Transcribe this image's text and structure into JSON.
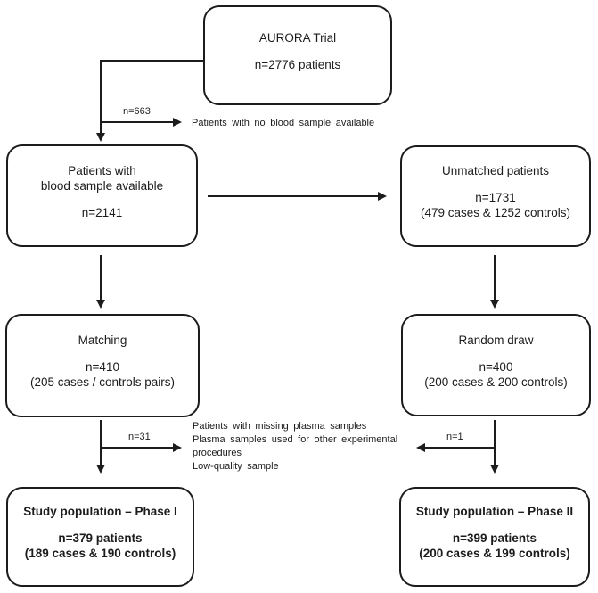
{
  "title": "AURORA Trial patient flow diagram",
  "colors": {
    "ink": "#1c1c1c",
    "background": "#ffffff"
  },
  "boxes": {
    "aurora": {
      "line1": "AURORA Trial",
      "line2": "n=2776 patients"
    },
    "blood": {
      "line1": "Patients with",
      "line2": "blood sample available",
      "line3": "n=2141"
    },
    "unmatched": {
      "line1": "Unmatched patients",
      "line2": "n=1731",
      "line3": "(479 cases & 1252 controls)"
    },
    "matching": {
      "line1": "Matching",
      "line2": "n=410",
      "line3": "(205 cases / controls pairs)"
    },
    "random_draw": {
      "line1": "Random draw",
      "line2": "n=400",
      "line3": "(200 cases & 200 controls)"
    },
    "phase1": {
      "line1": "Study population – Phase I",
      "line2": "n=379 patients",
      "line3": "(189 cases & 190 controls)"
    },
    "phase2": {
      "line1": "Study population – Phase II",
      "line2": "n=399 patients",
      "line3": "(200 cases & 199 controls)"
    }
  },
  "labels": {
    "n663": "n=663",
    "no_blood_sample": "Patients with no blood sample available",
    "n31": "n=31",
    "exclusion_line1": "Patients with missing plasma samples",
    "exclusion_line2": "Plasma samples used for other experimental",
    "exclusion_line3": "procedures",
    "exclusion_line4": "Low-quality sample",
    "n1": "n=1"
  }
}
